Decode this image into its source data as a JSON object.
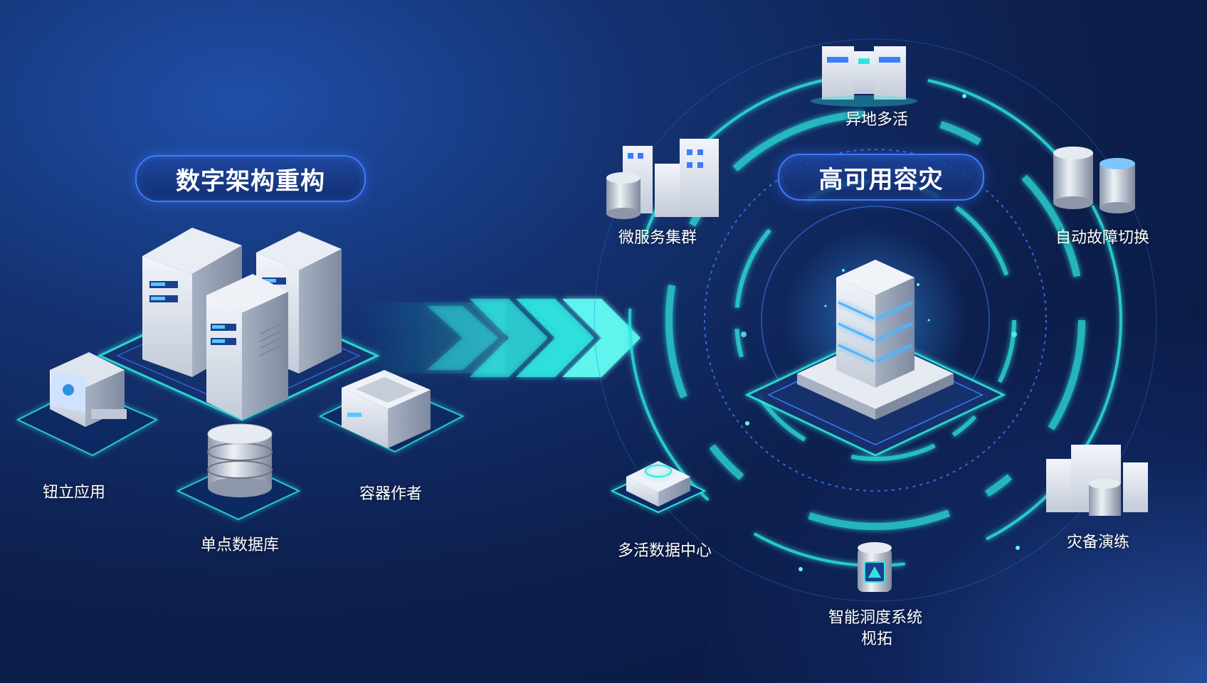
{
  "left": {
    "title": "数字架构重构",
    "nodes": {
      "standalone_app": "钮立应用",
      "container": "容器作者",
      "single_db": "单点数据库"
    }
  },
  "right": {
    "title": "高可用容灾",
    "nodes": {
      "geo_active": "异地多活",
      "microservice_cluster": "微服务集群",
      "auto_failover": "自动故障切换",
      "multi_active_dc": "多活数据中心",
      "dr_drill": "灾备演练",
      "smart_scheduler_line1": "智能洞度系统",
      "smart_scheduler_line2": "枧拓"
    }
  },
  "colors": {
    "accent_cyan": "#2ee6e0",
    "accent_blue": "#3d7bff",
    "bg_dark": "#0d1f4d"
  }
}
